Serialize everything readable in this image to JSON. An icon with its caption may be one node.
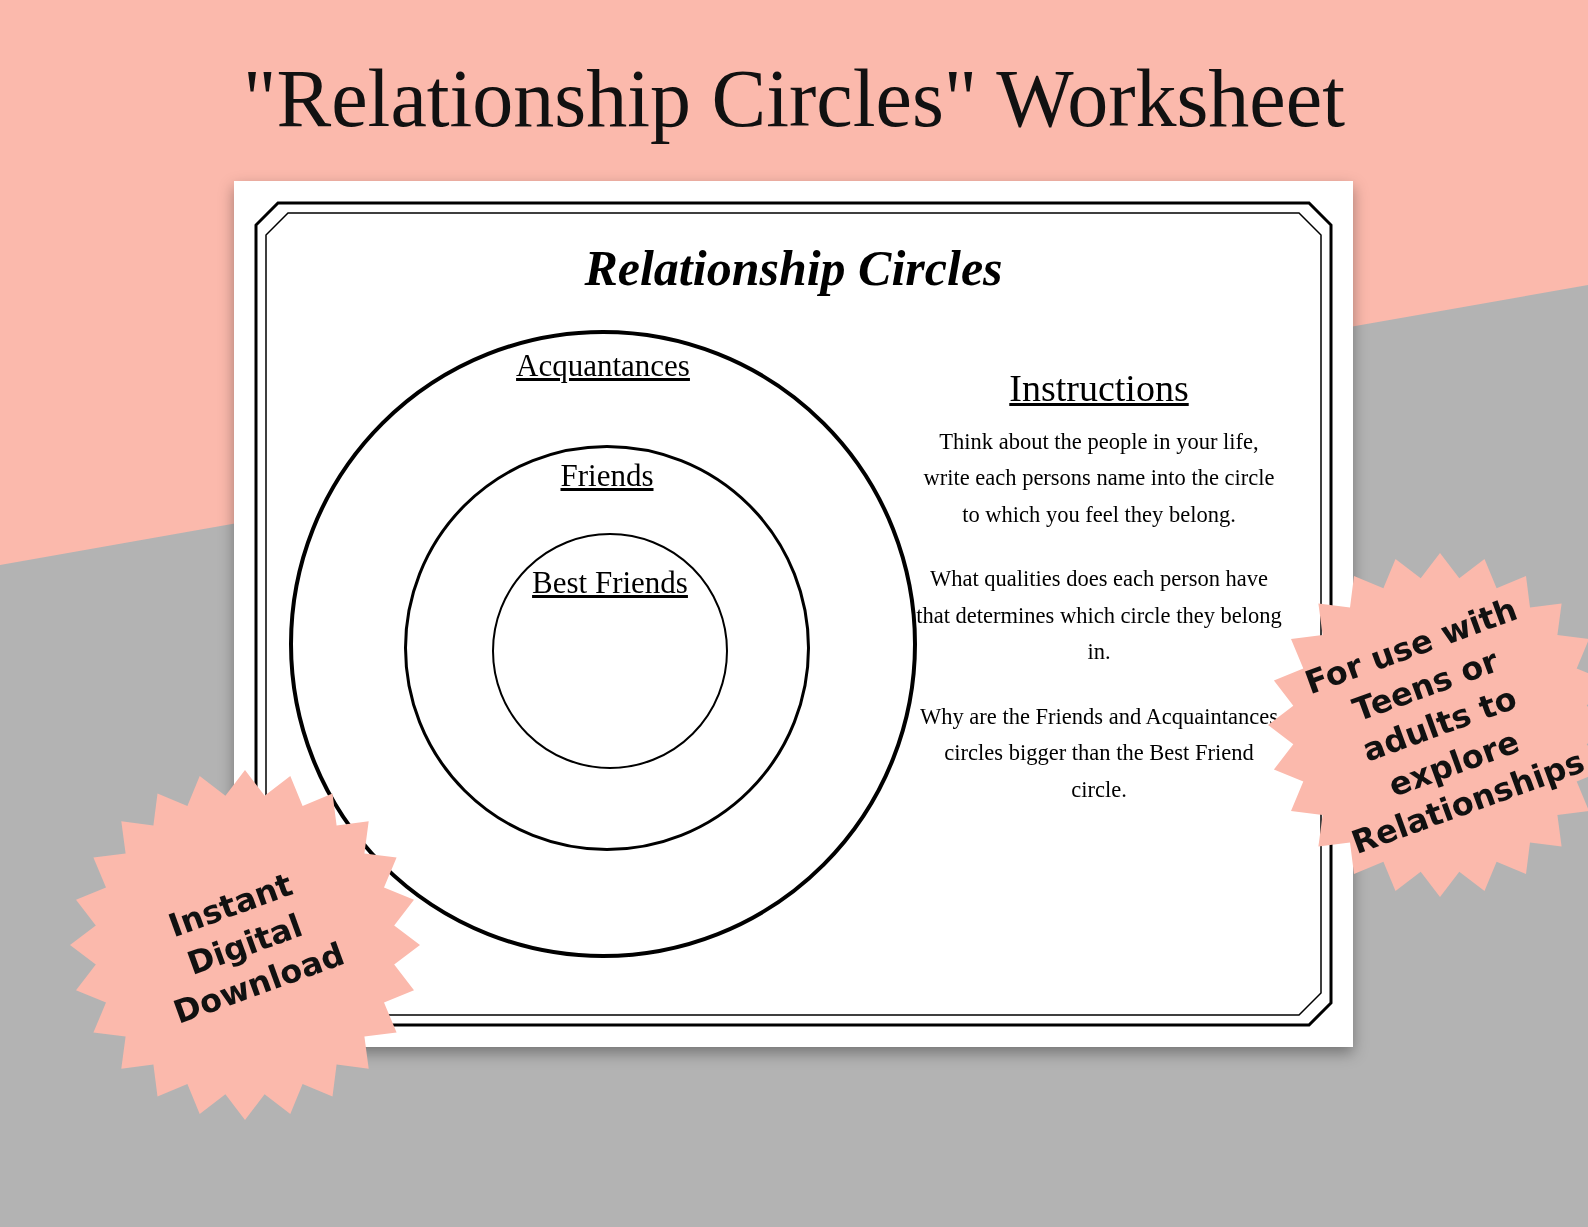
{
  "diagram": {
    "title": "\"Relationship Circles\" Worksheet",
    "nodes": [
      {
        "text": [
          "Relationship Circles"
        ]
      },
      {
        "text": [
          "Acquantances"
        ],
        "in": 0
      },
      {
        "text": [
          "Friends"
        ],
        "in": 1
      },
      {
        "text": [
          "Best Friends"
        ],
        "in": 2
      },
      {
        "text": [
          "For use with Teens or adults to explore Relationships"
        ]
      },
      {
        "text": [
          "Instant Digital Download"
        ]
      }
    ],
    "labels": [
      "Instructions",
      "Think about the people in your life, write each persons name into the circle to which you feel they belong.",
      "What qualities does each person have that determines which circle they belong in.",
      "Why are the Friends and Acquaintances circles bigger than the Best Friend circle."
    ]
  }
}
